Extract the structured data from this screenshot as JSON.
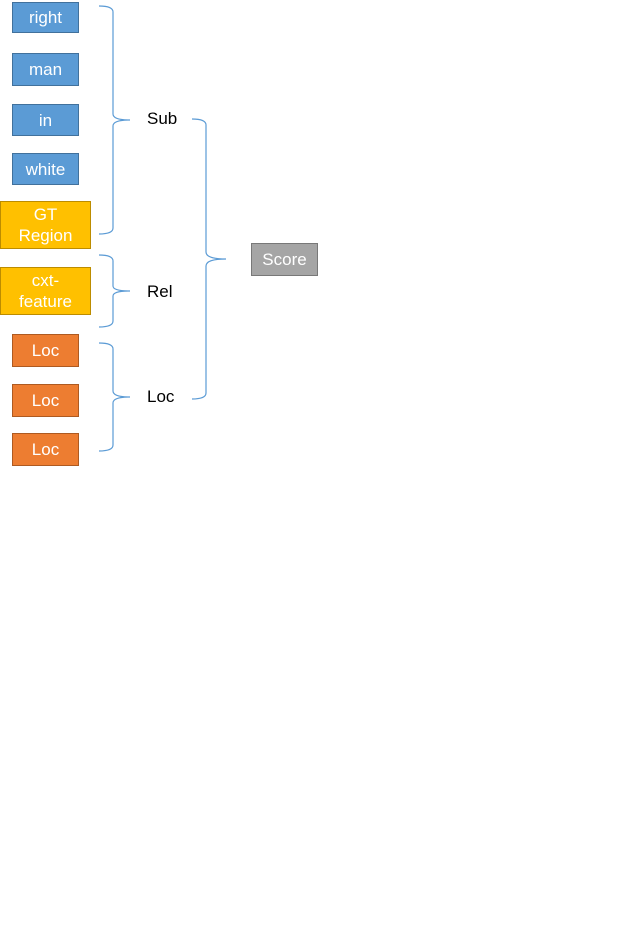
{
  "inputs": {
    "words": [
      "right",
      "man",
      "in",
      "white"
    ],
    "gt_region": "GT\nRegion",
    "cxt_feature": "cxt-\nfeature",
    "locations": [
      "Loc",
      "Loc",
      "Loc"
    ]
  },
  "groups": {
    "sub": "Sub",
    "rel": "Rel",
    "loc": "Loc"
  },
  "output": {
    "score": "Score"
  },
  "colors": {
    "word": "#5b9bd5",
    "region": "#ffc000",
    "location": "#ed7d31",
    "score": "#a5a5a5",
    "bracket": "#5b9bd5"
  }
}
